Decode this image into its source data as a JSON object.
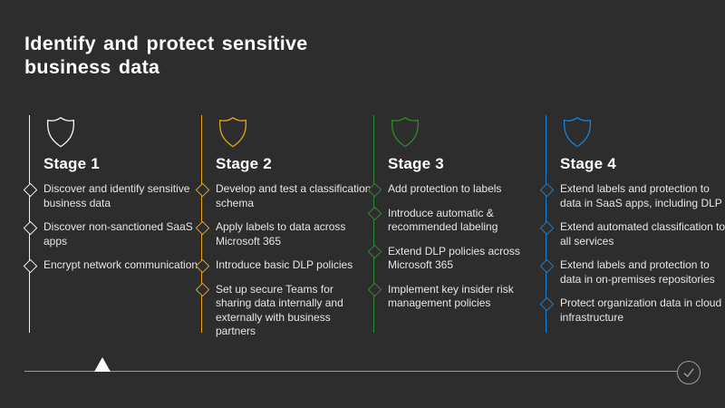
{
  "slide": {
    "title": "Identify and protect sensitive business data",
    "colors": {
      "background": "#2d2d2d",
      "title_text": "#ffffff",
      "body_text": "#e6e6e6",
      "timeline": "#9a9a9a",
      "marker": "#ffffff"
    },
    "stages": [
      {
        "label": "Stage 1",
        "accent": "#f2f2f2",
        "icon": "shield-icon",
        "bullet_icon": "diamond-bullet-icon",
        "items": [
          "Discover and identify sensitive business data",
          "Discover non-sanctioned SaaS apps",
          "Encrypt network communication"
        ]
      },
      {
        "label": "Stage 2",
        "accent": "#e6a315",
        "icon": "shield-icon",
        "bullet_icon": "diamond-bullet-icon",
        "items": [
          "Develop and test a classification schema",
          "Apply labels to data across Microsoft 365",
          "Introduce basic DLP policies",
          "Set up secure Teams for sharing data internally and externally with business partners"
        ]
      },
      {
        "label": "Stage 3",
        "accent": "#2b8b2b",
        "icon": "shield-icon",
        "bullet_icon": "diamond-bullet-icon",
        "items": [
          "Add protection to labels",
          "Introduce automatic & recommended labeling",
          "Extend DLP policies across Microsoft 365",
          "Implement key insider risk management policies"
        ]
      },
      {
        "label": "Stage 4",
        "accent": "#1581d9",
        "icon": "shield-icon",
        "bullet_icon": "diamond-bullet-icon",
        "items": [
          "Extend labels and protection to data in SaaS apps, including DLP",
          "Extend automated classification to all services",
          "Extend labels and protection to data in on-premises repositories",
          "Protect organization data in cloud infrastructure"
        ]
      }
    ],
    "timeline": {
      "marker_icon": "triangle-marker",
      "end_icon": "check-circle-icon"
    }
  }
}
